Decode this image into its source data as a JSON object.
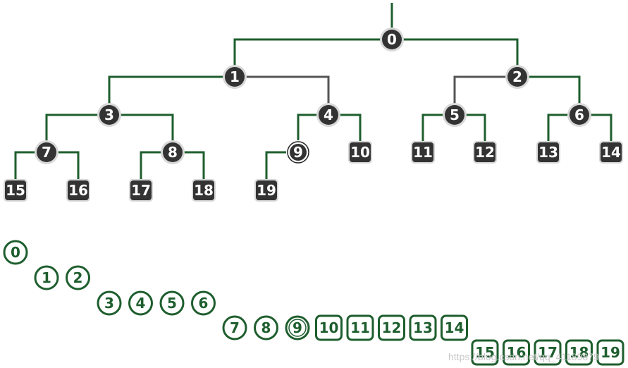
{
  "tree": {
    "nodes": [
      {
        "label": "0",
        "shape": "circle",
        "marked": false
      },
      {
        "label": "1",
        "shape": "circle",
        "marked": false
      },
      {
        "label": "2",
        "shape": "circle",
        "marked": false
      },
      {
        "label": "3",
        "shape": "circle",
        "marked": false
      },
      {
        "label": "4",
        "shape": "circle",
        "marked": false
      },
      {
        "label": "5",
        "shape": "circle",
        "marked": false
      },
      {
        "label": "6",
        "shape": "circle",
        "marked": false
      },
      {
        "label": "7",
        "shape": "circle",
        "marked": false
      },
      {
        "label": "8",
        "shape": "circle",
        "marked": false
      },
      {
        "label": "9",
        "shape": "circle",
        "marked": true
      },
      {
        "label": "10",
        "shape": "square",
        "marked": false
      },
      {
        "label": "11",
        "shape": "square",
        "marked": false
      },
      {
        "label": "12",
        "shape": "square",
        "marked": false
      },
      {
        "label": "13",
        "shape": "square",
        "marked": false
      },
      {
        "label": "14",
        "shape": "square",
        "marked": false
      },
      {
        "label": "15",
        "shape": "square",
        "marked": false
      },
      {
        "label": "16",
        "shape": "square",
        "marked": false
      },
      {
        "label": "17",
        "shape": "square",
        "marked": false
      },
      {
        "label": "18",
        "shape": "square",
        "marked": false
      },
      {
        "label": "19",
        "shape": "square",
        "marked": false
      }
    ],
    "edges": [
      [
        0,
        1
      ],
      [
        0,
        2
      ],
      [
        1,
        3
      ],
      [
        1,
        4
      ],
      [
        2,
        5
      ],
      [
        2,
        6
      ],
      [
        3,
        7
      ],
      [
        3,
        8
      ],
      [
        4,
        9
      ],
      [
        4,
        10
      ],
      [
        5,
        11
      ],
      [
        5,
        12
      ],
      [
        6,
        13
      ],
      [
        6,
        14
      ],
      [
        7,
        15
      ],
      [
        7,
        16
      ],
      [
        8,
        17
      ],
      [
        8,
        18
      ],
      [
        9,
        19
      ]
    ],
    "gray_edges": [
      [
        1,
        4
      ],
      [
        2,
        5
      ]
    ]
  },
  "array_rows": [
    [
      "0"
    ],
    [
      "1",
      "2"
    ],
    [
      "3",
      "4",
      "5",
      "6"
    ],
    [
      "7",
      "8",
      "9",
      "10",
      "11",
      "12",
      "13",
      "14"
    ],
    [
      "15",
      "16",
      "17",
      "18",
      "19"
    ]
  ],
  "watermark": "https://blog.csdn.net/qq_41189879",
  "colors": {
    "edge_green": "#1e5e2e",
    "edge_gray": "#555555",
    "node_fill": "#333333",
    "node_text": "#ffffff",
    "node_halo": "#d8d8d8",
    "array_stroke": "#1e5e2e"
  }
}
